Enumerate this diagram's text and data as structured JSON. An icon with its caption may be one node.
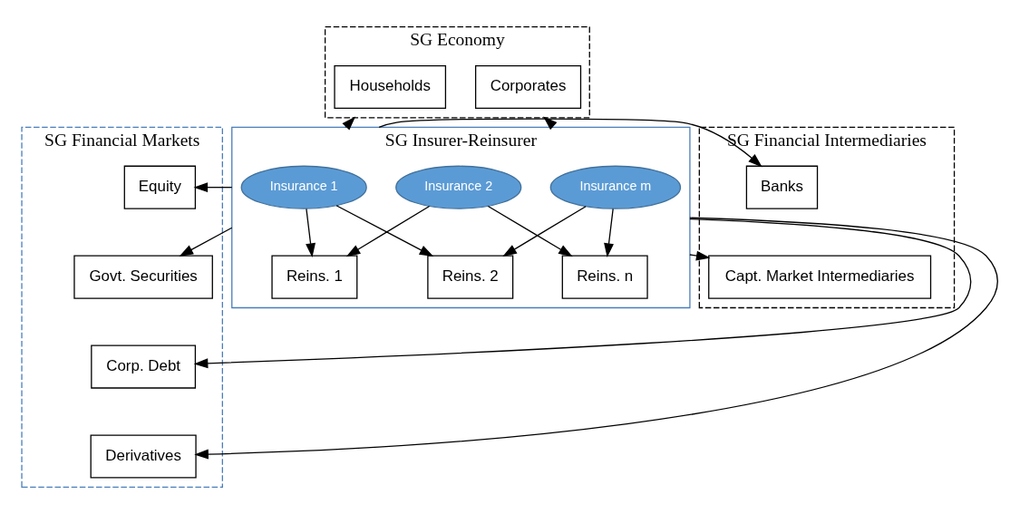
{
  "diagram": {
    "nodes": [
      {
        "text": [
          "SG Economy"
        ]
      },
      {
        "text": [
          "Households"
        ],
        "in": 0
      },
      {
        "text": [
          "Corporates"
        ],
        "in": 0
      },
      {
        "text": [
          "SG Financial Markets"
        ]
      },
      {
        "text": [
          "Equity"
        ],
        "in": 3
      },
      {
        "text": [
          "Govt. Securities"
        ],
        "in": 3
      },
      {
        "text": [
          "Corp. Debt"
        ],
        "in": 3
      },
      {
        "text": [
          "Derivatives"
        ],
        "in": 3
      },
      {
        "text": [
          "SG Insurer-Reinsurer"
        ]
      },
      {
        "text": [
          "Insurance 1"
        ],
        "in": 8
      },
      {
        "text": [
          "Insurance 2"
        ],
        "in": 8
      },
      {
        "text": [
          "Insurance m"
        ],
        "in": 8
      },
      {
        "text": [
          "Reins. 1"
        ],
        "in": 8
      },
      {
        "text": [
          "Reins. 2"
        ],
        "in": 8
      },
      {
        "text": [
          "Reins. n"
        ],
        "in": 8
      },
      {
        "text": [
          "SG Financial Intermediaries"
        ]
      },
      {
        "text": [
          "Banks"
        ],
        "in": 15
      },
      {
        "text": [
          "Capt. Market Intermediaries"
        ],
        "in": 15
      }
    ],
    "edges": [
      {
        "from": 8,
        "to": 0,
        "arrow": "to"
      },
      {
        "from": 8,
        "to": 0,
        "arrow": "to"
      },
      {
        "from": 8,
        "to": 4,
        "arrow": "to"
      },
      {
        "from": 8,
        "to": 5,
        "arrow": "to"
      },
      {
        "from": 8,
        "to": 6,
        "arrow": "to"
      },
      {
        "from": 8,
        "to": 7,
        "arrow": "to"
      },
      {
        "from": 9,
        "to": 12,
        "arrow": "to"
      },
      {
        "from": 9,
        "to": 13,
        "arrow": "to"
      },
      {
        "from": 10,
        "to": 12,
        "arrow": "to"
      },
      {
        "from": 10,
        "to": 14,
        "arrow": "to"
      },
      {
        "from": 11,
        "to": 13,
        "arrow": "to"
      },
      {
        "from": 11,
        "to": 14,
        "arrow": "to"
      },
      {
        "from": 8,
        "to": 16,
        "arrow": "to"
      },
      {
        "from": 8,
        "to": 17,
        "arrow": "to"
      }
    ]
  }
}
